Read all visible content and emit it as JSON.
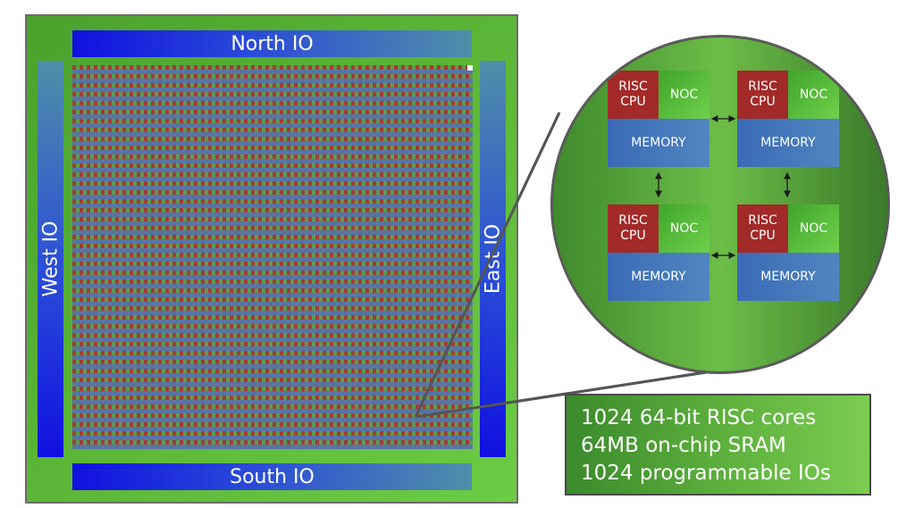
{
  "chip": {
    "north_label": "North IO",
    "south_label": "South IO",
    "west_label": "West IO",
    "east_label": "East IO"
  },
  "zoom": {
    "tiles": [
      {
        "cpu_line1": "RISC",
        "cpu_line2": "CPU",
        "noc": "NOC",
        "memory": "MEMORY"
      },
      {
        "cpu_line1": "RISC",
        "cpu_line2": "CPU",
        "noc": "NOC",
        "memory": "MEMORY"
      },
      {
        "cpu_line1": "RISC",
        "cpu_line2": "CPU",
        "noc": "NOC",
        "memory": "MEMORY"
      },
      {
        "cpu_line1": "RISC",
        "cpu_line2": "CPU",
        "noc": "NOC",
        "memory": "MEMORY"
      }
    ]
  },
  "callout": {
    "lines": [
      "1024 64-bit RISC cores",
      "64MB on-chip SRAM",
      "1024 programmable IOs"
    ]
  },
  "colors": {
    "chip_green": "#5db838",
    "io_blue": "#1010e0",
    "cpu_red": "#a22a28",
    "noc_green": "#4fb535",
    "memory_blue": "#3a6ab6"
  },
  "icons": [
    "double-arrow-horizontal-icon",
    "double-arrow-vertical-icon"
  ]
}
